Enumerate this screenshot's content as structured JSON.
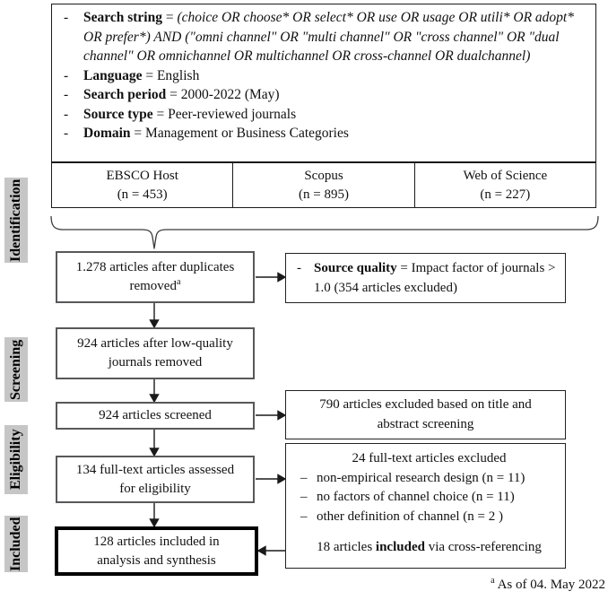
{
  "colors": {
    "stage_label_bg": "#c6c6c6",
    "flow_box_border": "#58585a",
    "line_color": "#1a1a1a"
  },
  "criteria": {
    "search_string": {
      "marker": "-",
      "label": "Search string",
      "eq": " = ",
      "value": "(choice OR choose* OR select* OR use OR usage OR utili* OR adopt* OR prefer*) AND (\"omni channel\" OR \"multi channel\" OR \"cross channel\" OR \"dual channel\" OR omnichannel OR multichannel OR cross-channel OR dualchannel)"
    },
    "language": {
      "marker": "-",
      "label": "Language",
      "eq": " = ",
      "value": "English"
    },
    "search_period": {
      "marker": "-",
      "label": "Search period",
      "eq": " = ",
      "value": "2000-2022 (May)"
    },
    "source_type": {
      "marker": "-",
      "label": "Source type",
      "eq": " = ",
      "value": "Peer-reviewed journals"
    },
    "domain": {
      "marker": "-",
      "label": "Domain",
      "eq": " = ",
      "value": "Management or Business Categories"
    }
  },
  "databases": [
    {
      "name": "EBSCO Host",
      "count": "(n = 453)"
    },
    {
      "name": "Scopus",
      "count": "(n = 895)"
    },
    {
      "name": "Web of Science",
      "count": "(n = 227)"
    }
  ],
  "stages": {
    "identification": "Identification",
    "screening": "Screening",
    "eligibility": "Eligibility",
    "included": "Included"
  },
  "flow": {
    "box1": {
      "line1": "1.278 articles after duplicates",
      "line2": "removed",
      "sup": "a"
    },
    "box2": {
      "line1": "924 articles after low-quality",
      "line2": "journals removed"
    },
    "box3": {
      "line1": "924 articles screened"
    },
    "box4": {
      "line1": "134 full-text articles assessed",
      "line2": "for eligibility"
    },
    "box5": {
      "line1": "128 articles included in",
      "line2": "analysis and synthesis"
    }
  },
  "side": {
    "quality": {
      "marker": "-",
      "label": "Source quality",
      "rest": " = Impact factor of journals > 1.0 (354 articles excluded)"
    },
    "title_abstract": {
      "line1": "790 articles excluded based on title and",
      "line2": "abstract screening"
    },
    "fulltext": {
      "heading": "24 full-text articles excluded",
      "items": [
        {
          "marker": "–",
          "text": "non-empirical research design (n = 11)"
        },
        {
          "marker": "–",
          "text": "no factors of channel choice (n = 11)"
        },
        {
          "marker": "–",
          "text": "other definition of channel (n = 2 )"
        }
      ],
      "note_pre": "18 articles ",
      "note_bold": "included",
      "note_post": " via cross-referencing"
    }
  },
  "footnote": {
    "sup": "a",
    "text": " As of 04. May 2022"
  }
}
